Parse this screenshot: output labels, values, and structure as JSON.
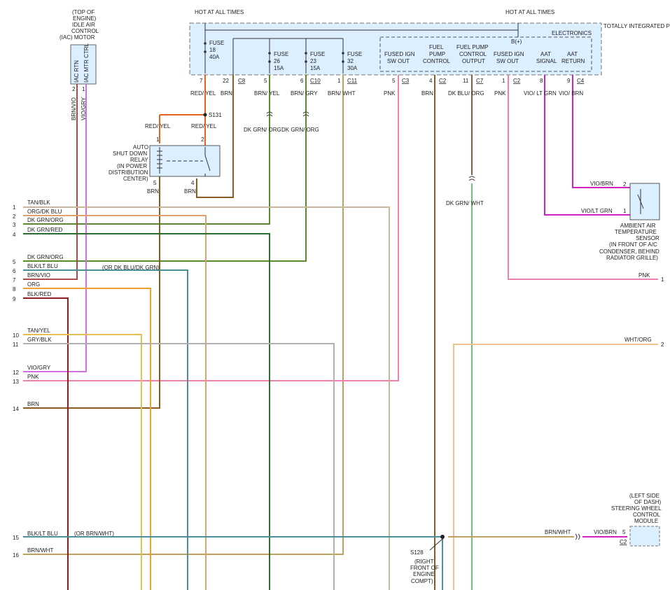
{
  "colors": {
    "red_yel": "#e4641e",
    "brn": "#8b5a1e",
    "dk_grn_org": "#5c8a2e",
    "dk_grn_red": "#2e6b2e",
    "tan_blk": "#c8b79a",
    "org_dk_blu": "#e0a070",
    "blk_lt_blu": "#4a8f9a",
    "brn_vio": "#b04a4a",
    "org": "#f0a030",
    "blk_red": "#8b2020",
    "tan_yel": "#e8c050",
    "gry_blk": "#b0b0b0",
    "vio_gry": "#d070e0",
    "pnk": "#f080b0",
    "brn_wht": "#c0a060",
    "dk_blu_org": "#806040",
    "dk_grn_wht": "#70c070",
    "vio": "#d020c0",
    "wht_org": "#f0c090",
    "module_fill": "#dcefff"
  },
  "tipm": {
    "hot1": "HOT AT ALL TIMES",
    "hot2": "HOT AT ALL TIMES",
    "b_plus": "B(+)",
    "title": "TOTALLY INTEGRATED POWER MODULE",
    "electronics": "ELECTRONICS",
    "fuses": [
      {
        "l1": "FUSE",
        "l2": "18",
        "l3": "40A"
      },
      {
        "l1": "FUSE",
        "l2": "26",
        "l3": "15A"
      },
      {
        "l1": "FUSE",
        "l2": "23",
        "l3": "15A"
      },
      {
        "l1": "FUSE",
        "l2": "32",
        "l3": "30A"
      }
    ],
    "outputs": [
      {
        "a": "FUSED IGN",
        "b": "SW OUT"
      },
      {
        "a": "FUEL",
        "b": "PUMP",
        "c": "CONTROL"
      },
      {
        "a": "FUEL PUMP",
        "b": "CONTROL",
        "c": "OUTPUT"
      },
      {
        "a": "FUSED IGN",
        "b": "SW OUT"
      },
      {
        "a": "AAT",
        "b": "SIGNAL"
      },
      {
        "a": "AAT",
        "b": "RETURN"
      }
    ],
    "pins": [
      {
        "n": "7",
        "c": ""
      },
      {
        "n": "22",
        "c": "C8"
      },
      {
        "n": "5",
        "c": ""
      },
      {
        "n": "6",
        "c": "C10"
      },
      {
        "n": "1",
        "c": "C11"
      },
      {
        "n": "5",
        "c": "C3"
      },
      {
        "n": "4",
        "c": "C2"
      },
      {
        "n": "11",
        "c": "C7"
      },
      {
        "n": "1",
        "c": "C2"
      },
      {
        "n": "8",
        "c": ""
      },
      {
        "n": "9",
        "c": "C4"
      }
    ]
  },
  "labels": {
    "red_yel": "RED/ YEL",
    "brn": "BRN",
    "brn_yel": "BRN/ YEL",
    "brn_gry": "BRN/ GRY",
    "brn_wht": "BRN/ WHT",
    "pnk": "PNK",
    "dk_blu_org": "DK BLU/ ORG",
    "vio_lt_grn": "VIO/ LT GRN",
    "vio_brn": "VIO/ BRN",
    "dk_grn_org": "DK GRN/ ORG",
    "dk_grn_wht": "DK GRN/ WHT",
    "brn_vio": "BRN/VIO",
    "vio_gry": "VIO/GRY",
    "s131": "S131"
  },
  "iac": {
    "title": [
      "(TOP OF",
      "ENGINE)",
      "IDLE AIR",
      "CONTROL",
      "(IAC) MOTOR"
    ],
    "pin_a": "IAC RTN",
    "pin_b": "IAC MTR CTRL",
    "n_a": "2",
    "n_b": "1"
  },
  "relay": {
    "title": [
      "AUTO",
      "SHUT DOWN",
      "RELAY",
      "(IN POWER",
      "DISTRIBUTION",
      "CENTER)"
    ],
    "p1": "1",
    "p2": "2",
    "p5": "5",
    "p4": "4",
    "brn": "BRN"
  },
  "aat_sensor": {
    "title": [
      "AMBIENT AIR",
      "TEMPERATURE",
      "SENSOR",
      "(IN FRONT OF A/C",
      "CONDENSER, BEHIND",
      "RADIATOR GRILLE)"
    ],
    "w2": "VIO/BRN",
    "w1": "VIO/LT GRN",
    "p2": "2",
    "p1": "1"
  },
  "harness": [
    {
      "n": "1",
      "label": "TAN/BLK"
    },
    {
      "n": "2",
      "label": "ORG/DK BLU"
    },
    {
      "n": "3",
      "label": "DK GRN/ORG"
    },
    {
      "n": "4",
      "label": "DK GRN/RED"
    },
    {
      "n": "5",
      "label": "DK GRN/ORG"
    },
    {
      "n": "6",
      "label": "BLK/LT BLU",
      "note": "(OR DK BLU/DK GRN)"
    },
    {
      "n": "7",
      "label": "BRN/VIO"
    },
    {
      "n": "8",
      "label": "ORG"
    },
    {
      "n": "9",
      "label": "BLK/RED"
    },
    {
      "n": "10",
      "label": "TAN/YEL"
    },
    {
      "n": "11",
      "label": "GRY/BLK"
    },
    {
      "n": "12",
      "label": "VIO/GRY"
    },
    {
      "n": "13",
      "label": "PNK"
    },
    {
      "n": "14",
      "label": "BRN"
    },
    {
      "n": "15",
      "label": "BLK/LT BLU",
      "note": "(OR BRN/WHT)"
    },
    {
      "n": "16",
      "label": "BRN/WHT"
    }
  ],
  "right": {
    "pnk": "PNK",
    "pnk_n": "1",
    "wht_org": "WHT/ORG",
    "wht_org_n": "2",
    "brn_wht": "BRN/WHT",
    "vio_brn": "VIO/BRN",
    "p5": "5",
    "c2": "C2"
  },
  "swc": {
    "title": [
      "(LEFT SIDE",
      "OF DASH)",
      "STEERING WHEEL",
      "CONTROL",
      "MODULE"
    ]
  },
  "s128": {
    "title": [
      "S128",
      "(RIGHT",
      "FRONT OF",
      "ENGINE",
      "COMPT)"
    ]
  }
}
